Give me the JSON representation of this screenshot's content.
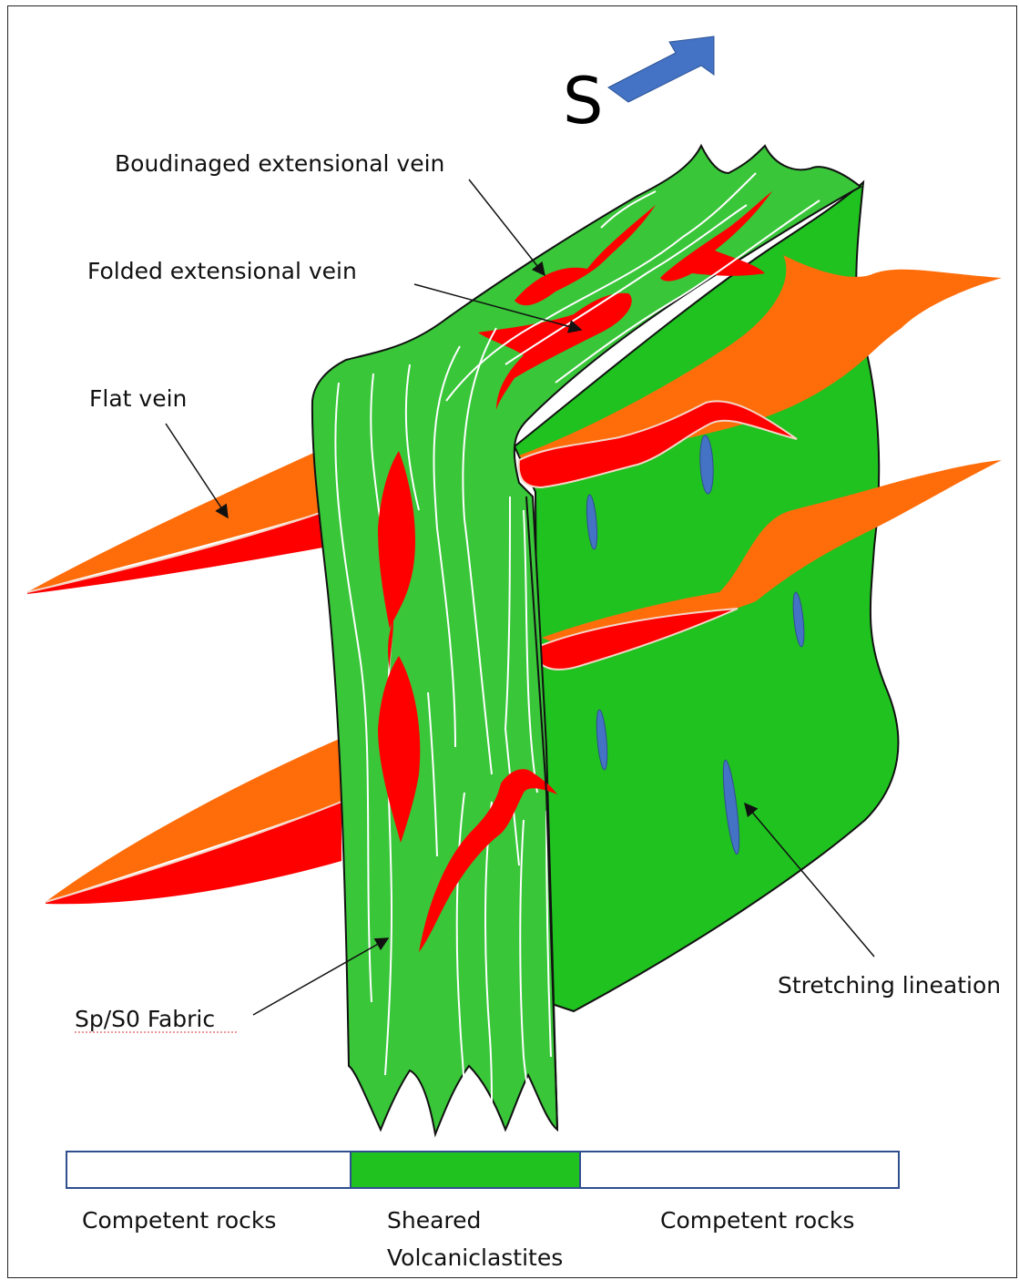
{
  "direction_label": "S",
  "labels": {
    "boudinaged": "Boudinaged extensional vein",
    "folded": "Folded extensional vein",
    "flat": "Flat vein",
    "fabric": "Sp/S0 Fabric",
    "stretching": "Stretching lineation"
  },
  "legend": {
    "left": "Competent rocks",
    "middle_line1": "Sheared",
    "middle_line2": "Volcaniclastites",
    "right": "Competent rocks"
  },
  "colors": {
    "shear_zone": "#39c639",
    "shear_zone_side": "#1fc21f",
    "vein_orange": "#ff6d0a",
    "vein_red": "#ff0000",
    "lineation": "#4472c4",
    "arrow": "#4472c4"
  }
}
